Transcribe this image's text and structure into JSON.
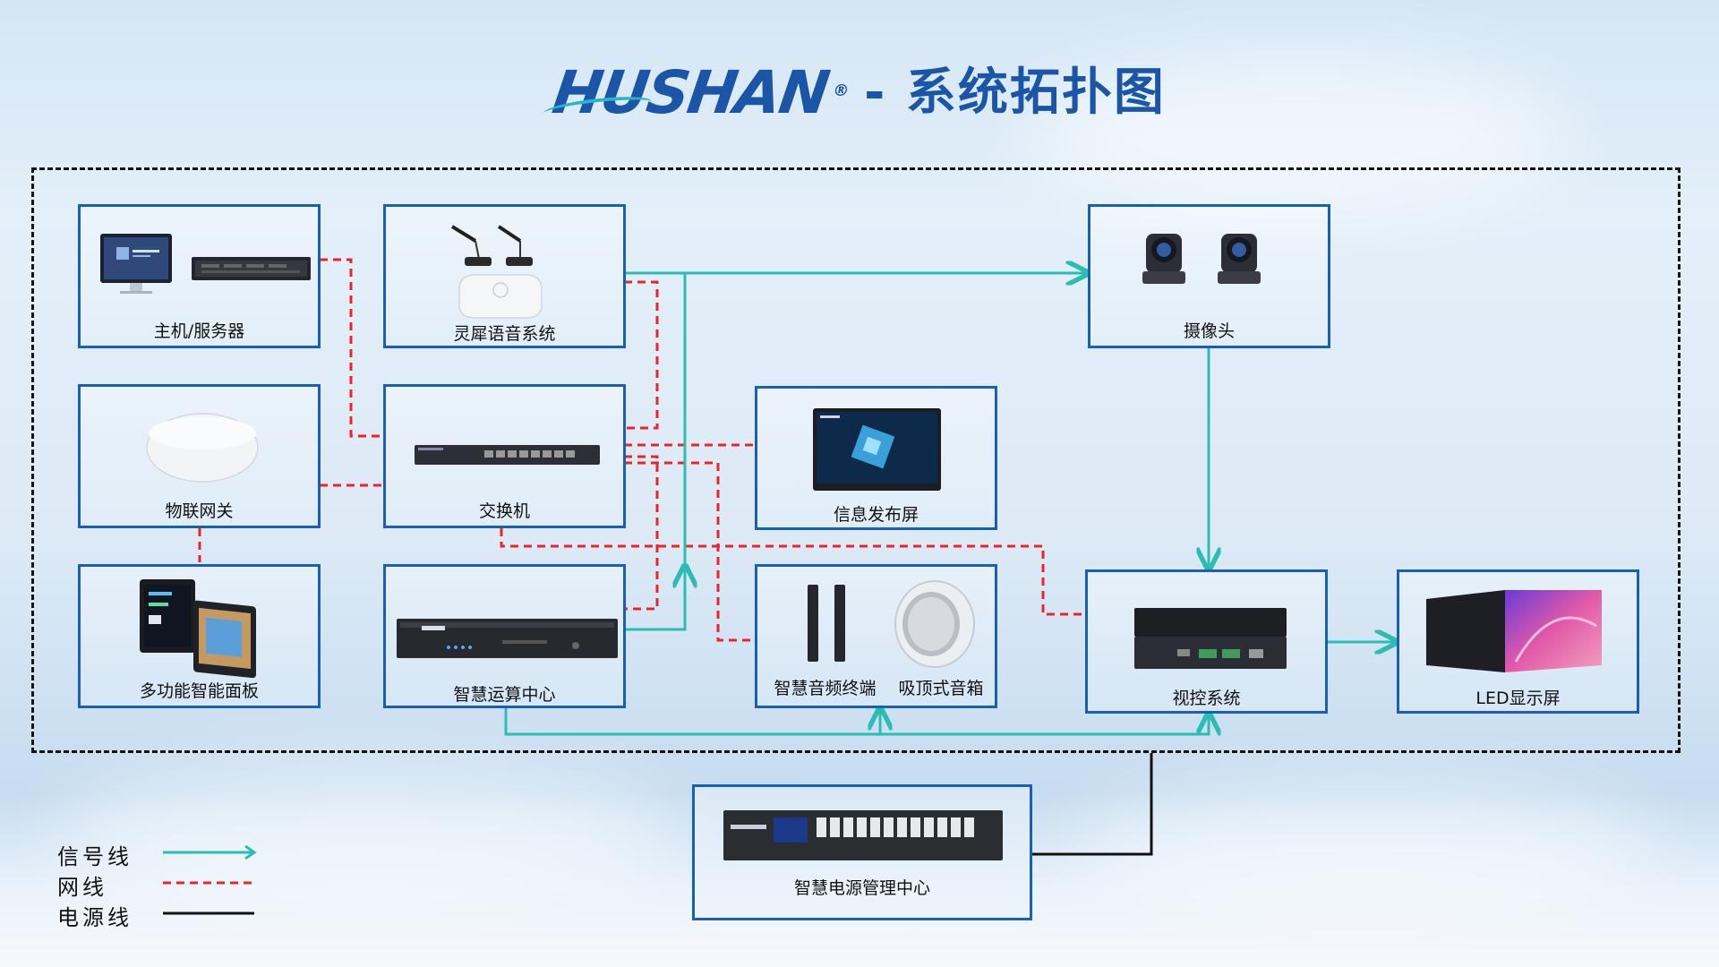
{
  "header": {
    "brand": "HUSHAN",
    "registered": "®",
    "title": "- 系统拓扑图"
  },
  "devices": {
    "host_server": "主机/服务器",
    "mic_system": "灵犀语音系统",
    "camera": "摄像头",
    "iot_gateway": "物联网关",
    "switch": "交换机",
    "info_screen": "信息发布屏",
    "smart_panel": "多功能智能面板",
    "ops_center": "智慧运算中心",
    "audio_terminal": "智慧音频终端",
    "ceiling_speaker": "吸顶式音箱",
    "av_system": "视控系统",
    "led_screen": "LED显示屏",
    "power_center": "智慧电源管理中心"
  },
  "legend": {
    "signal": "信号线",
    "network": "网线",
    "power": "电源线"
  },
  "colors": {
    "signal": "#2bbcb4",
    "network": "#e8262a",
    "power": "#111111",
    "box_border": "#1a60b0",
    "brand": "#1b55a8"
  }
}
